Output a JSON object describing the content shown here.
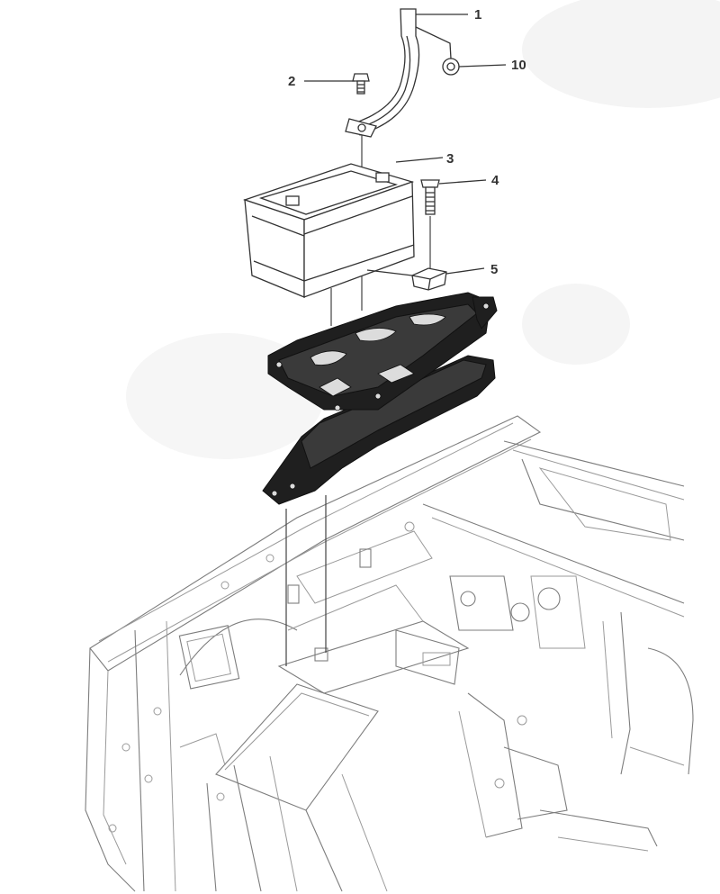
{
  "callouts": {
    "c1": "1",
    "c2": "2",
    "c3": "3",
    "c4": "4",
    "c5": "5",
    "c10": "10"
  },
  "parts": {
    "p1": "battery-negative-cable",
    "p2": "cable-bolt",
    "p3": "battery",
    "p4": "hold-down-bolt",
    "p5": "hold-down-retainer",
    "p10": "nut",
    "tray": "battery-tray",
    "body": "front-body-structure"
  },
  "colors": {
    "line": "#333333",
    "tray": "#1f1f1f",
    "body_line": "#9a9a9a"
  }
}
